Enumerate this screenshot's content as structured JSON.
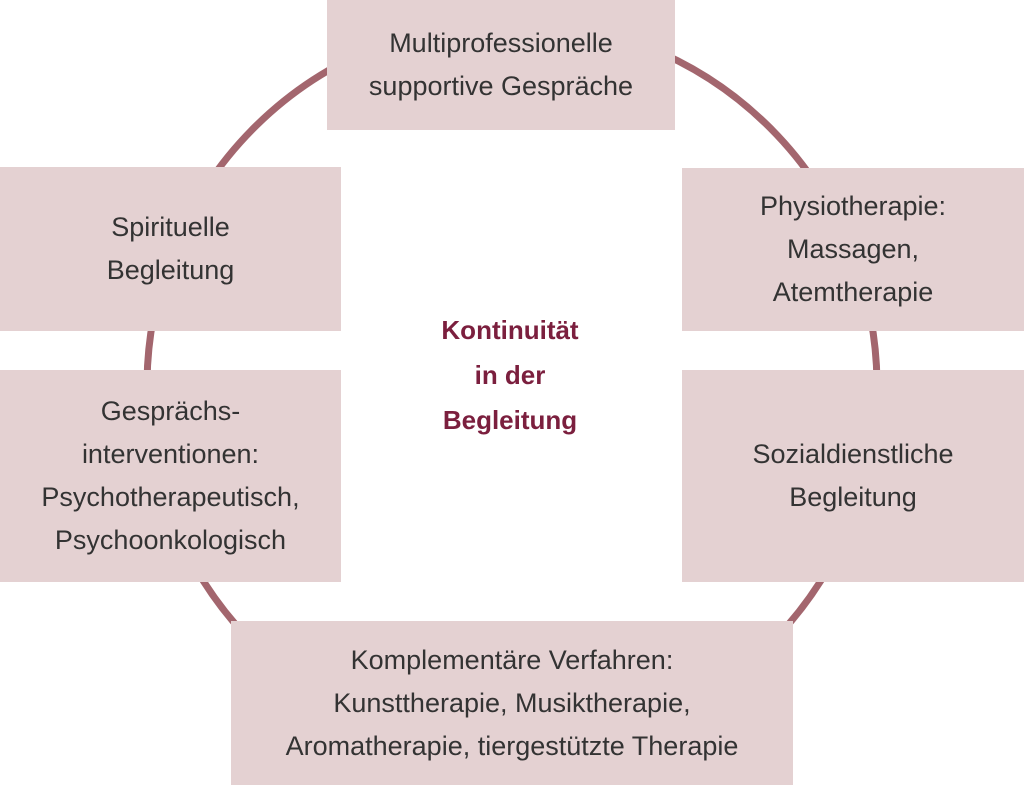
{
  "colors": {
    "ring": "#a3666e",
    "box": "#e4d1d2",
    "center_text": "#7b1f3e"
  },
  "center": {
    "lines": [
      "Kontinuität",
      "in der",
      "Begleitung"
    ]
  },
  "boxes": {
    "top": [
      "Multiprofessionelle",
      "supportive Gespräche"
    ],
    "left_upper": [
      "Spirituelle",
      "Begleitung"
    ],
    "right_upper": [
      "Physiotherapie:",
      "Massagen,",
      "Atemtherapie"
    ],
    "left_lower": [
      "Gesprächs-",
      "interventionen:",
      "Psychotherapeutisch,",
      "Psychoonkologisch"
    ],
    "right_lower": [
      "Sozialdienstliche",
      "Begleitung"
    ],
    "bottom": [
      "Komplementäre Verfahren:",
      "Kunsttherapie, Musiktherapie,",
      "Aromatherapie, tiergestützte Therapie"
    ]
  }
}
